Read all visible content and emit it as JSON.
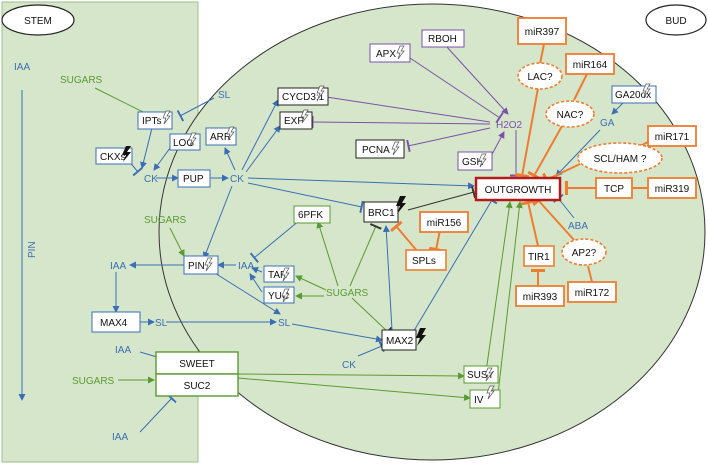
{
  "regions": {
    "stem": "STEM",
    "bud": "BUD"
  },
  "colors": {
    "stem_fill": "#d6e6cb",
    "bud_fill": "#d6e6cb",
    "hormone_blue": "#3a6fb5",
    "sugar_green": "#5a9a32",
    "ros_purple": "#7a52a8",
    "mirna_orange": "#ed7d31",
    "outgrowth_red": "#b01c1c"
  },
  "stem": {
    "iaa_top": "IAA",
    "pin_vertical": "PIN",
    "sugars_top": "SUGARS",
    "sugars_bottom": "SUGARS",
    "iaa_mid": "IAA",
    "iaa_low": "IAA",
    "iaa_bottom": "IAA",
    "max4": "MAX4",
    "sl_left": "SL",
    "ck_left": "CK",
    "ckxs": "CKXs",
    "ipts": "IPTs",
    "log": "LOG",
    "pup": "PUP",
    "sugars_mid": "SUGARS",
    "pin_box": "PIN"
  },
  "transporters": {
    "sweet": "SWEET",
    "suc2": "SUC2"
  },
  "bud": {
    "sl_top": "SL",
    "arr": "ARR",
    "ck_center": "CK",
    "cycd": "CYCD3;1",
    "exp": "EXP",
    "apx": "APX",
    "rboh": "RBOH",
    "h2o2": "H2O2",
    "pcna": "PCNA",
    "gsh": "GSH",
    "outgrowth": "OUTGROWTH",
    "brc1": "BRC1",
    "6pfk": "6PFK",
    "iaa_center": "IAA",
    "tar": "TAR",
    "yuc": "YUC",
    "sugars_center": "SUGARS",
    "sl_center": "SL",
    "max2": "MAX2",
    "ck_bottom": "CK",
    "susy": "SUSY",
    "iv": "IV",
    "ga20ox": "GA20ox",
    "ga": "GA",
    "aba": "ABA",
    "tir1": "TIR1",
    "spls": "SPLs"
  },
  "regulators": {
    "mir397": "miR397",
    "lac": "LAC?",
    "mir164": "miR164",
    "nac": "NAC?",
    "mir171": "miR171",
    "scl": "SCL/HAM ?",
    "tcp": "TCP",
    "mir319": "miR319",
    "mir156": "miR156",
    "ap2": "AP2?",
    "mir172": "miR172",
    "mir393": "miR393"
  }
}
